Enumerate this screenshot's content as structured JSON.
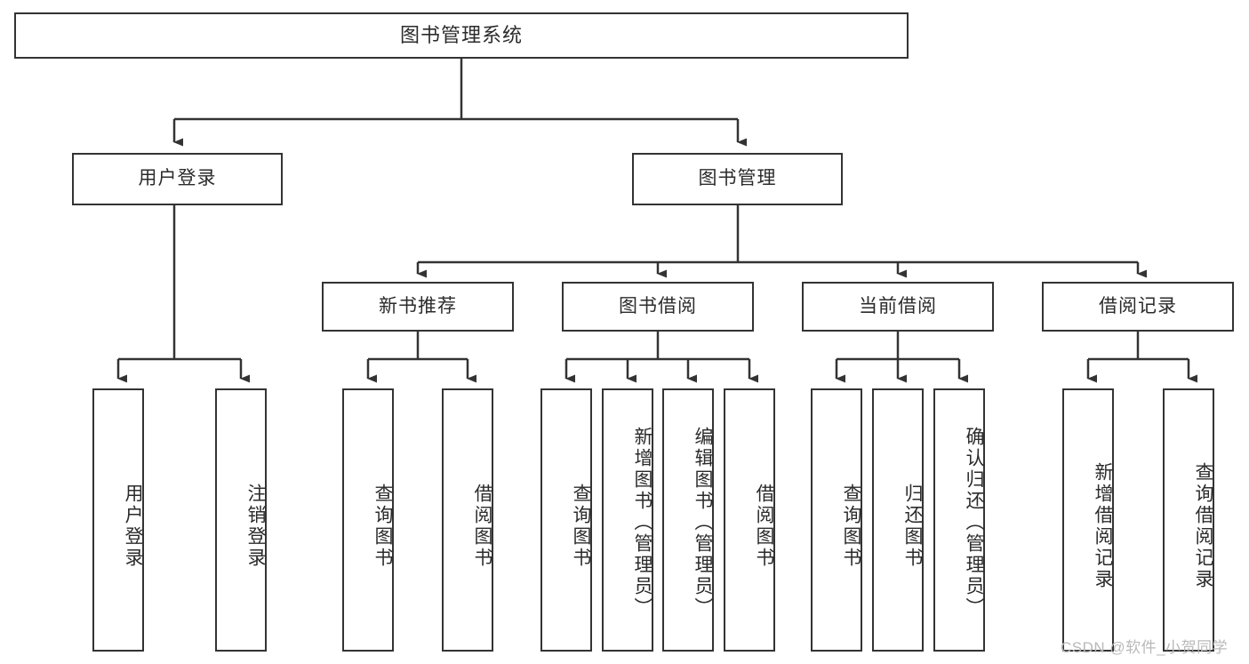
{
  "diagram": {
    "type": "tree-hierarchy",
    "title": "图书管理系统",
    "root": {
      "label": "图书管理系统"
    },
    "level2": [
      {
        "label": "用户登录"
      },
      {
        "label": "图书管理"
      }
    ],
    "level3": [
      {
        "label": "新书推荐"
      },
      {
        "label": "图书借阅"
      },
      {
        "label": "当前借阅"
      },
      {
        "label": "借阅记录"
      }
    ],
    "leaves": {
      "user_login": [
        {
          "label": "用户登录"
        },
        {
          "label": "注销登录"
        }
      ],
      "new_book_recommend": [
        {
          "label": "查询图书"
        },
        {
          "label": "借阅图书"
        }
      ],
      "book_borrow": [
        {
          "label": "查询图书"
        },
        {
          "label": "新增图书（管理员）"
        },
        {
          "label": "编辑图书（管理员）"
        },
        {
          "label": "借阅图书"
        }
      ],
      "current_borrow": [
        {
          "label": "查询图书"
        },
        {
          "label": "归还图书"
        },
        {
          "label": "确认归还（管理员）"
        }
      ],
      "borrow_record": [
        {
          "label": "新增借阅记录"
        },
        {
          "label": "查询借阅记录"
        }
      ]
    }
  },
  "watermark": {
    "text": "CSDN @软件_小贺同学"
  },
  "colors": {
    "stroke": "#333333",
    "text": "#2b2b2b",
    "background": "#ffffff",
    "watermark": "#b9b9b9"
  }
}
